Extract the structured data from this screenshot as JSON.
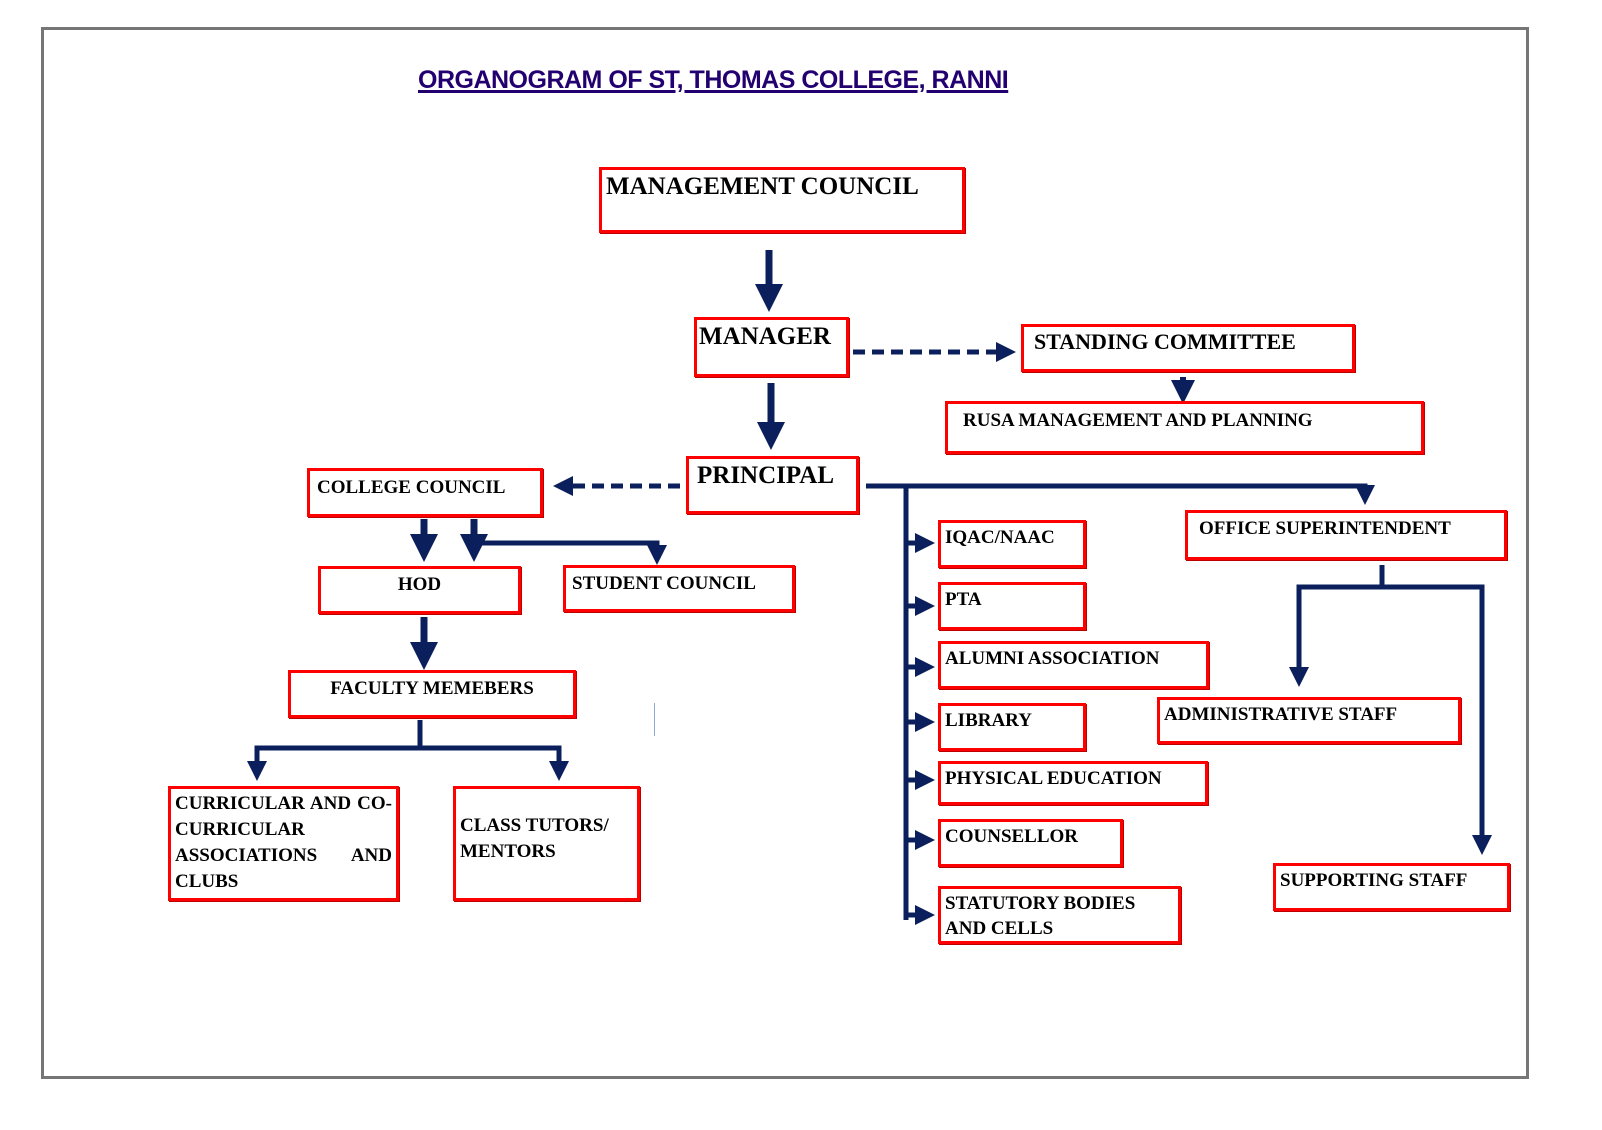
{
  "title": "ORGANOGRAM OF ST, THOMAS COLLEGE, RANNI",
  "colors": {
    "title": "#23006f",
    "box_border": "#ff0000",
    "connector": "#0b1f5c",
    "page_border": "#767676"
  },
  "nodes": {
    "management_council": "MANAGEMENT COUNCIL",
    "manager": "MANAGER",
    "standing_committee": "STANDING COMMITTEE",
    "rusa": "RUSA MANAGEMENT AND PLANNING",
    "principal": "PRINCIPAL",
    "college_council": "COLLEGE COUNCIL",
    "hod": "HOD",
    "student_council": "STUDENT COUNCIL",
    "faculty_members": "FACULTY MEMEBERS",
    "curricular": "CURRICULAR AND CO-CURRICULAR ASSOCIATIONS AND CLUBS",
    "class_tutors": "CLASS TUTORS/ MENTORS",
    "iqac": "IQAC/NAAC",
    "pta": "PTA",
    "alumni": "ALUMNI ASSOCIATION",
    "library": "LIBRARY",
    "physical_education": "PHYSICAL EDUCATION",
    "counsellor": "COUNSELLOR",
    "statutory": "STATUTORY BODIES AND CELLS",
    "office_superintendent": "OFFICE SUPERINTENDENT",
    "administrative_staff": "ADMINISTRATIVE STAFF",
    "supporting_staff": "SUPPORTING STAFF"
  },
  "edges": [
    {
      "from": "management_council",
      "to": "manager",
      "style": "solid"
    },
    {
      "from": "manager",
      "to": "standing_committee",
      "style": "dashed"
    },
    {
      "from": "standing_committee",
      "to": "rusa",
      "style": "solid"
    },
    {
      "from": "manager",
      "to": "principal",
      "style": "solid"
    },
    {
      "from": "principal",
      "to": "college_council",
      "style": "dashed"
    },
    {
      "from": "college_council",
      "to": "hod",
      "style": "solid"
    },
    {
      "from": "college_council",
      "to": "student_council",
      "style": "solid"
    },
    {
      "from": "hod",
      "to": "faculty_members",
      "style": "solid"
    },
    {
      "from": "faculty_members",
      "to": "curricular",
      "style": "solid"
    },
    {
      "from": "faculty_members",
      "to": "class_tutors",
      "style": "solid"
    },
    {
      "from": "principal",
      "to": "iqac",
      "style": "solid"
    },
    {
      "from": "principal",
      "to": "pta",
      "style": "solid"
    },
    {
      "from": "principal",
      "to": "alumni",
      "style": "solid"
    },
    {
      "from": "principal",
      "to": "library",
      "style": "solid"
    },
    {
      "from": "principal",
      "to": "physical_education",
      "style": "solid"
    },
    {
      "from": "principal",
      "to": "counsellor",
      "style": "solid"
    },
    {
      "from": "principal",
      "to": "statutory",
      "style": "solid"
    },
    {
      "from": "principal",
      "to": "office_superintendent",
      "style": "solid"
    },
    {
      "from": "office_superintendent",
      "to": "administrative_staff",
      "style": "solid"
    },
    {
      "from": "office_superintendent",
      "to": "supporting_staff",
      "style": "solid"
    }
  ]
}
